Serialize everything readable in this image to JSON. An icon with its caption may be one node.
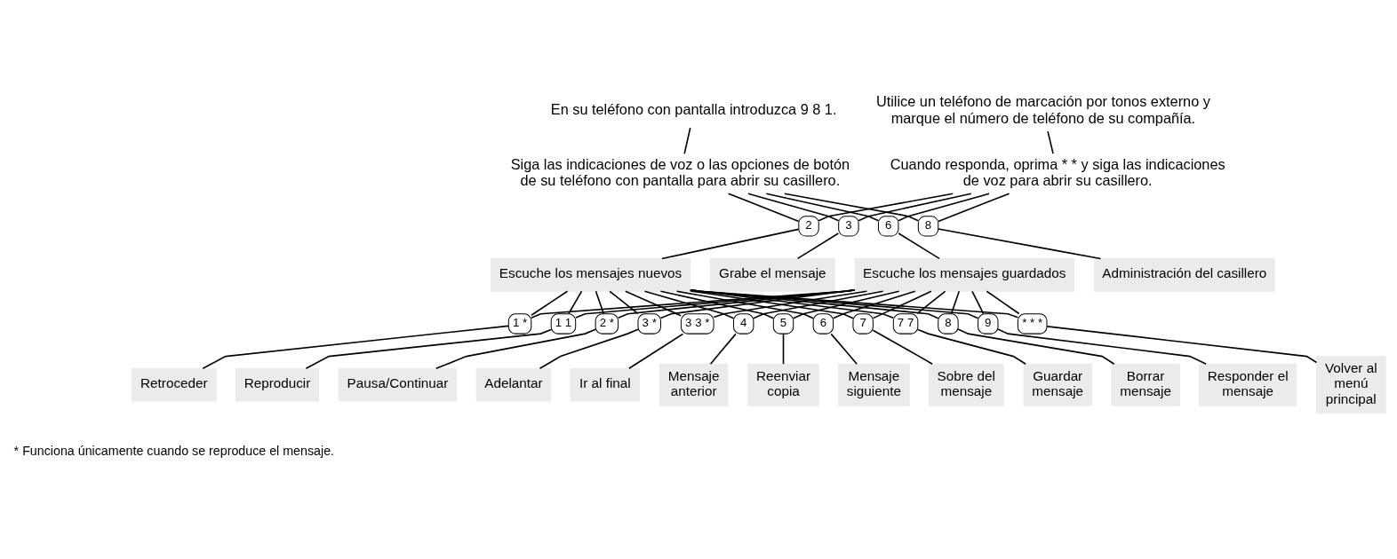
{
  "diagram": {
    "nodes": [
      {
        "text": [
          "En su teléfono con pantalla introduzca 9 8 1."
        ]
      },
      {
        "text": [
          "Siga las indicaciones de voz o las opciones de botón de su teléfono con pantalla para abrir su casillero."
        ]
      },
      {
        "text": [
          "Utilice un teléfono de marcación por tonos externo y marque el número de teléfono de su compañía."
        ]
      },
      {
        "text": [
          "Cuando responda, oprima * * y siga las indicaciones de voz para abrir su casillero."
        ]
      },
      {
        "text": [
          "2"
        ]
      },
      {
        "text": [
          "Escuche los mensajes nuevos"
        ]
      },
      {
        "text": [
          "3"
        ]
      },
      {
        "text": [
          "Grabe el mensaje"
        ]
      },
      {
        "text": [
          "6"
        ]
      },
      {
        "text": [
          "Escuche los mensajes guardados"
        ]
      },
      {
        "text": [
          "8"
        ]
      },
      {
        "text": [
          "Administración del casillero"
        ]
      },
      {
        "text": [
          "1 *"
        ]
      },
      {
        "text": [
          "Retroceder"
        ]
      },
      {
        "text": [
          "1 1"
        ]
      },
      {
        "text": [
          "Reproducir"
        ]
      },
      {
        "text": [
          "2 *"
        ]
      },
      {
        "text": [
          "Pausa/Continuar"
        ]
      },
      {
        "text": [
          "3 *"
        ]
      },
      {
        "text": [
          "Adelantar"
        ]
      },
      {
        "text": [
          "3 3 *"
        ]
      },
      {
        "text": [
          "Ir al final"
        ]
      },
      {
        "text": [
          "4"
        ]
      },
      {
        "text": [
          "Mensaje anterior"
        ]
      },
      {
        "text": [
          "5"
        ]
      },
      {
        "text": [
          "Reenviar copia"
        ]
      },
      {
        "text": [
          "6"
        ]
      },
      {
        "text": [
          "Mensaje siguiente"
        ]
      },
      {
        "text": [
          "7"
        ]
      },
      {
        "text": [
          "Sobre del mensaje"
        ]
      },
      {
        "text": [
          "7 7"
        ]
      },
      {
        "text": [
          "Guardar mensaje"
        ]
      },
      {
        "text": [
          "8"
        ]
      },
      {
        "text": [
          "Borrar mensaje"
        ]
      },
      {
        "text": [
          "9"
        ]
      },
      {
        "text": [
          "Responder el mensaje"
        ]
      },
      {
        "text": [
          "* * *"
        ]
      },
      {
        "text": [
          "Volver al menú principal"
        ]
      }
    ],
    "edges": [
      {
        "from": 0,
        "to": 1,
        "arrow": "none"
      },
      {
        "from": 2,
        "to": 3,
        "arrow": "none"
      },
      {
        "from": 1,
        "to": 4,
        "arrow": "none"
      },
      {
        "from": 1,
        "to": 6,
        "arrow": "none"
      },
      {
        "from": 1,
        "to": 8,
        "arrow": "none"
      },
      {
        "from": 1,
        "to": 10,
        "arrow": "none"
      },
      {
        "from": 3,
        "to": 4,
        "arrow": "none"
      },
      {
        "from": 3,
        "to": 6,
        "arrow": "none"
      },
      {
        "from": 3,
        "to": 8,
        "arrow": "none"
      },
      {
        "from": 3,
        "to": 10,
        "arrow": "none"
      },
      {
        "from": 4,
        "to": 5,
        "arrow": "none"
      },
      {
        "from": 6,
        "to": 7,
        "arrow": "none"
      },
      {
        "from": 8,
        "to": 9,
        "arrow": "none"
      },
      {
        "from": 10,
        "to": 11,
        "arrow": "none"
      },
      {
        "from": 5,
        "to": 12,
        "arrow": "none"
      },
      {
        "from": 5,
        "to": 14,
        "arrow": "none"
      },
      {
        "from": 5,
        "to": 16,
        "arrow": "none"
      },
      {
        "from": 5,
        "to": 18,
        "arrow": "none"
      },
      {
        "from": 5,
        "to": 20,
        "arrow": "none"
      },
      {
        "from": 5,
        "to": 22,
        "arrow": "none"
      },
      {
        "from": 5,
        "to": 24,
        "arrow": "none"
      },
      {
        "from": 5,
        "to": 26,
        "arrow": "none"
      },
      {
        "from": 5,
        "to": 28,
        "arrow": "none"
      },
      {
        "from": 5,
        "to": 30,
        "arrow": "none"
      },
      {
        "from": 5,
        "to": 32,
        "arrow": "none"
      },
      {
        "from": 5,
        "to": 34,
        "arrow": "none"
      },
      {
        "from": 5,
        "to": 36,
        "arrow": "none"
      },
      {
        "from": 9,
        "to": 12,
        "arrow": "none"
      },
      {
        "from": 9,
        "to": 14,
        "arrow": "none"
      },
      {
        "from": 9,
        "to": 16,
        "arrow": "none"
      },
      {
        "from": 9,
        "to": 18,
        "arrow": "none"
      },
      {
        "from": 9,
        "to": 20,
        "arrow": "none"
      },
      {
        "from": 9,
        "to": 22,
        "arrow": "none"
      },
      {
        "from": 9,
        "to": 24,
        "arrow": "none"
      },
      {
        "from": 9,
        "to": 26,
        "arrow": "none"
      },
      {
        "from": 9,
        "to": 28,
        "arrow": "none"
      },
      {
        "from": 9,
        "to": 30,
        "arrow": "none"
      },
      {
        "from": 9,
        "to": 32,
        "arrow": "none"
      },
      {
        "from": 9,
        "to": 34,
        "arrow": "none"
      },
      {
        "from": 9,
        "to": 36,
        "arrow": "none"
      },
      {
        "from": 12,
        "to": 13,
        "arrow": "none"
      },
      {
        "from": 14,
        "to": 15,
        "arrow": "none"
      },
      {
        "from": 16,
        "to": 17,
        "arrow": "none"
      },
      {
        "from": 18,
        "to": 19,
        "arrow": "none"
      },
      {
        "from": 20,
        "to": 21,
        "arrow": "none"
      },
      {
        "from": 22,
        "to": 23,
        "arrow": "none"
      },
      {
        "from": 24,
        "to": 25,
        "arrow": "none"
      },
      {
        "from": 26,
        "to": 27,
        "arrow": "none"
      },
      {
        "from": 28,
        "to": 29,
        "arrow": "none"
      },
      {
        "from": 30,
        "to": 31,
        "arrow": "none"
      },
      {
        "from": 32,
        "to": 33,
        "arrow": "none"
      },
      {
        "from": 34,
        "to": 35,
        "arrow": "none"
      },
      {
        "from": 36,
        "to": 37,
        "arrow": "none"
      }
    ],
    "labels": [
      "* Funciona únicamente cuando se reproduce el mensaje."
    ]
  }
}
